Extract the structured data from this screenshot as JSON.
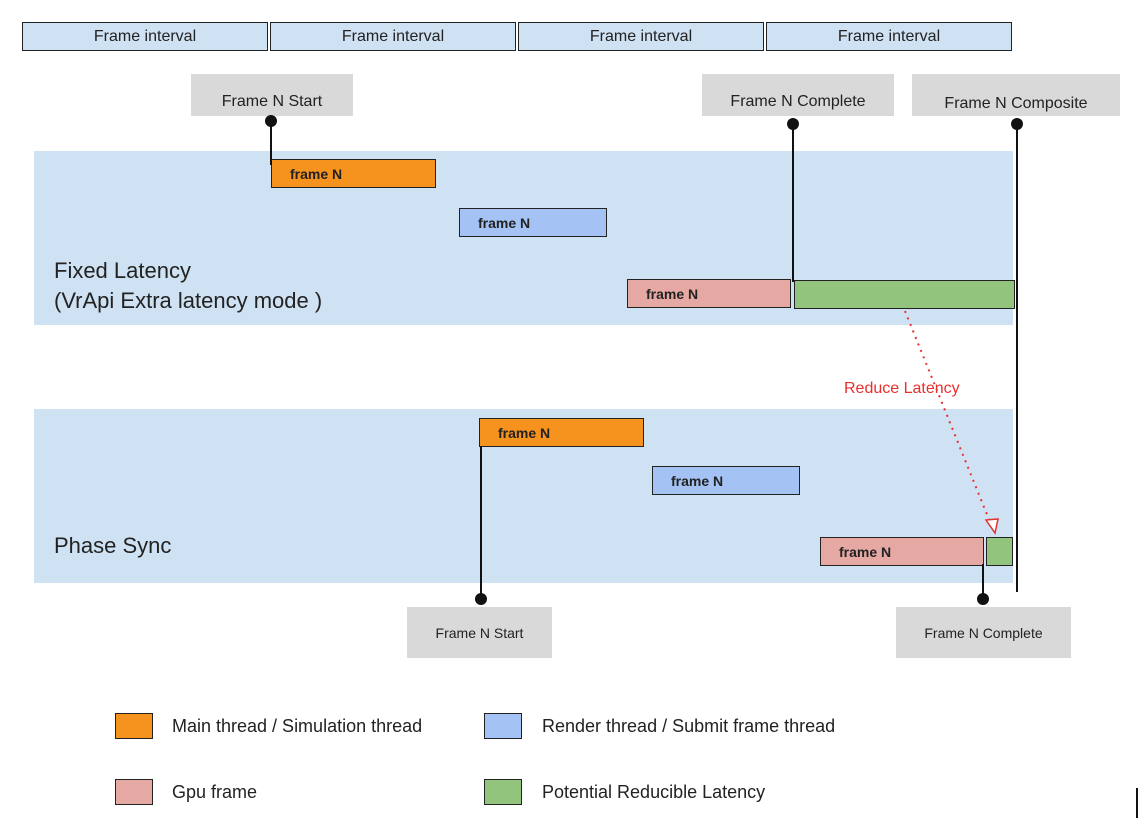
{
  "intervals": [
    "Frame interval",
    "Frame interval",
    "Frame interval",
    "Frame interval"
  ],
  "markers": {
    "top_start": "Frame N Start",
    "top_complete": "Frame N Complete",
    "top_composite": "Frame N Composite",
    "bottom_start": "Frame N Start",
    "bottom_complete": "Frame N Complete"
  },
  "lanes": {
    "fixed": {
      "title_line1": "Fixed Latency",
      "title_line2": "(VrApi Extra latency mode )"
    },
    "phase": {
      "title": "Phase Sync"
    }
  },
  "bars": {
    "label": "frame N"
  },
  "annotation": "Reduce Latency",
  "legend": [
    {
      "label": "Main thread / Simulation thread",
      "color": "#f6921e"
    },
    {
      "label": "Render thread / Submit frame thread",
      "color": "#a4c2f4"
    },
    {
      "label": "Gpu frame",
      "color": "#e6a8a3"
    },
    {
      "label": "Potential Reducible  Latency",
      "color": "#93c47d"
    }
  ]
}
